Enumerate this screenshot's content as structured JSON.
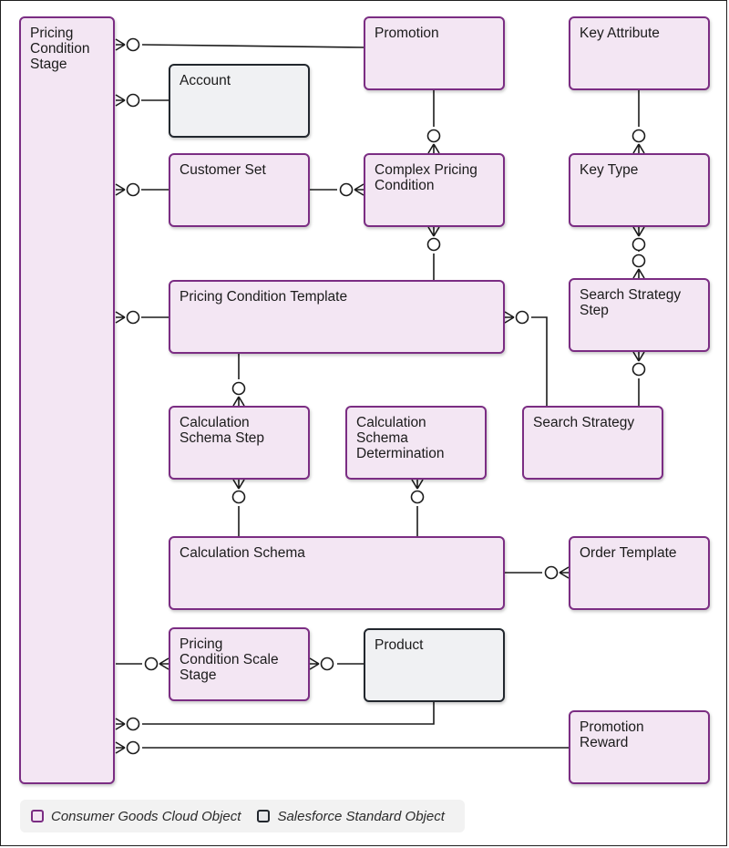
{
  "entities": {
    "pricing_condition_stage": "Pricing\nCondition\nStage",
    "promotion": "Promotion",
    "key_attribute": "Key Attribute",
    "account": "Account",
    "customer_set": "Customer Set",
    "complex_pricing_condition": "Complex Pricing\nCondition",
    "key_type": "Key Type",
    "pricing_condition_template": "Pricing Condition Template",
    "search_strategy_step": "Search Strategy\nStep",
    "calculation_schema_step": "Calculation\nSchema Step",
    "calculation_schema_determination": "Calculation\nSchema\nDetermination",
    "search_strategy": "Search Strategy",
    "calculation_schema": "Calculation Schema",
    "order_template": "Order Template",
    "pricing_condition_scale_stage": "Pricing\nCondition Scale\nStage",
    "product": "Product",
    "promotion_reward": "Promotion\nReward"
  },
  "legend": {
    "consumer_goods": "Consumer Goods Cloud Object",
    "standard": "Salesforce Standard Object"
  },
  "colors": {
    "consumer_goods_fill": "#f3e6f3",
    "consumer_goods_border": "#7b2d83",
    "standard_fill": "#f0f1f3",
    "standard_border": "#22272e",
    "connector": "#1b1b1b"
  }
}
